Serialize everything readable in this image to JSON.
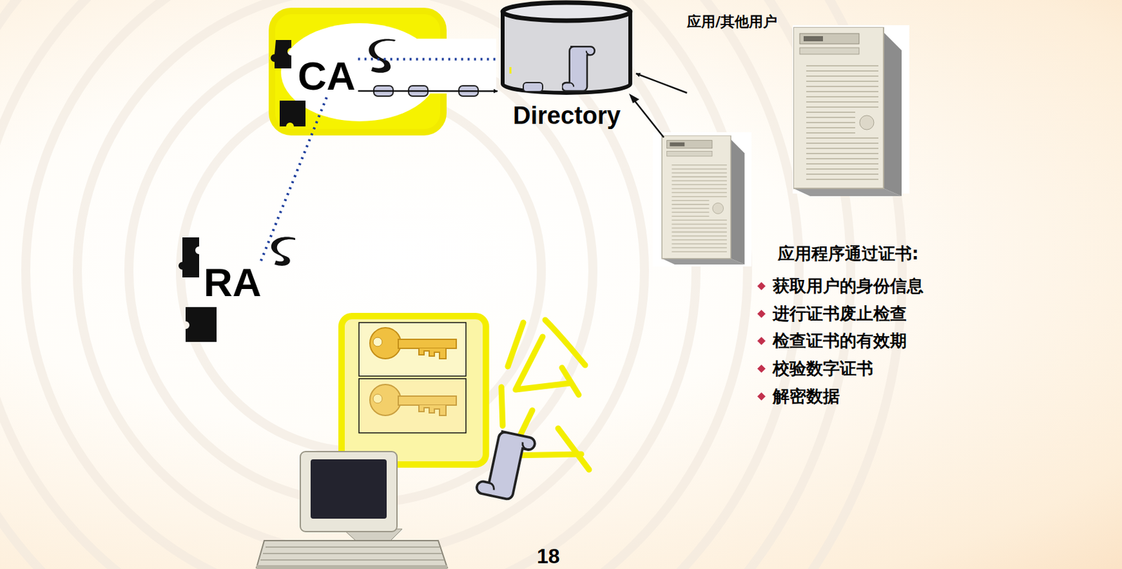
{
  "diagram": {
    "nodes": [
      {
        "text": [
          "CA"
        ]
      },
      {
        "text": [
          "Directory"
        ]
      },
      {
        "text": [
          "应用/其他用户"
        ]
      },
      {
        "text": [
          "RA"
        ]
      }
    ],
    "edges": [
      {
        "from": 0,
        "to": 1,
        "arrow": "none"
      },
      {
        "from": 0,
        "to": 1,
        "arrow": "to"
      },
      {
        "from": 2,
        "to": 1,
        "arrow": "to"
      },
      {
        "from": 0,
        "to": 3,
        "arrow": "none"
      }
    ],
    "labels": [
      "应用程序通过证书:",
      "获取用户的身份信息",
      "进行证书废止检查",
      "检查证书的有效期",
      "校验数字证书",
      "解密数据",
      "18"
    ]
  }
}
